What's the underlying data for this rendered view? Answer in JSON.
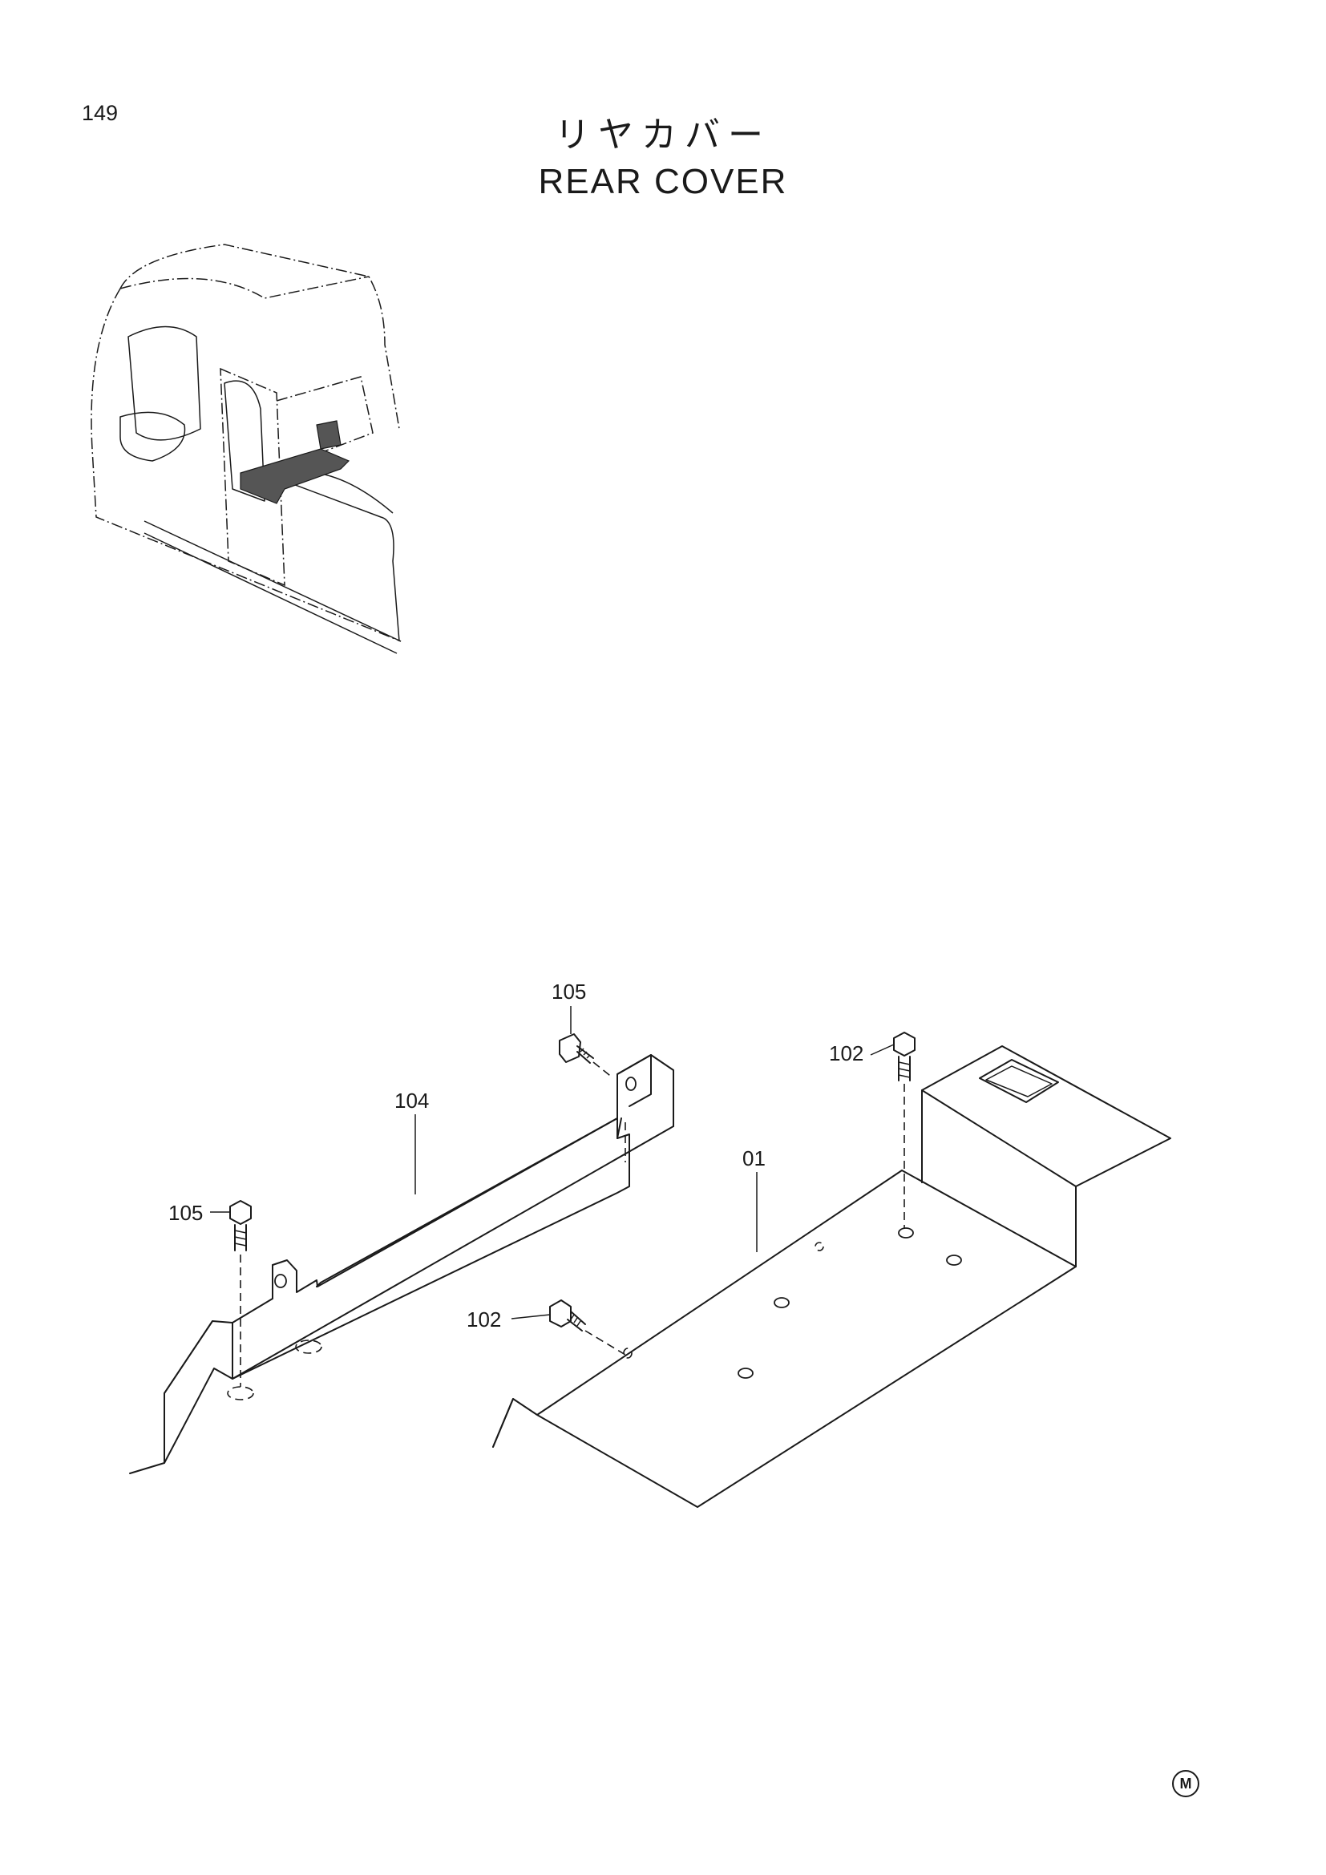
{
  "page": {
    "number": "149",
    "title_jp": "リヤカバー",
    "title_en": "REAR COVER",
    "mark": "M"
  },
  "callouts": {
    "c01": "01",
    "c102_top": "102",
    "c102_bottom": "102",
    "c104": "104",
    "c105_top": "105",
    "c105_left": "105"
  }
}
